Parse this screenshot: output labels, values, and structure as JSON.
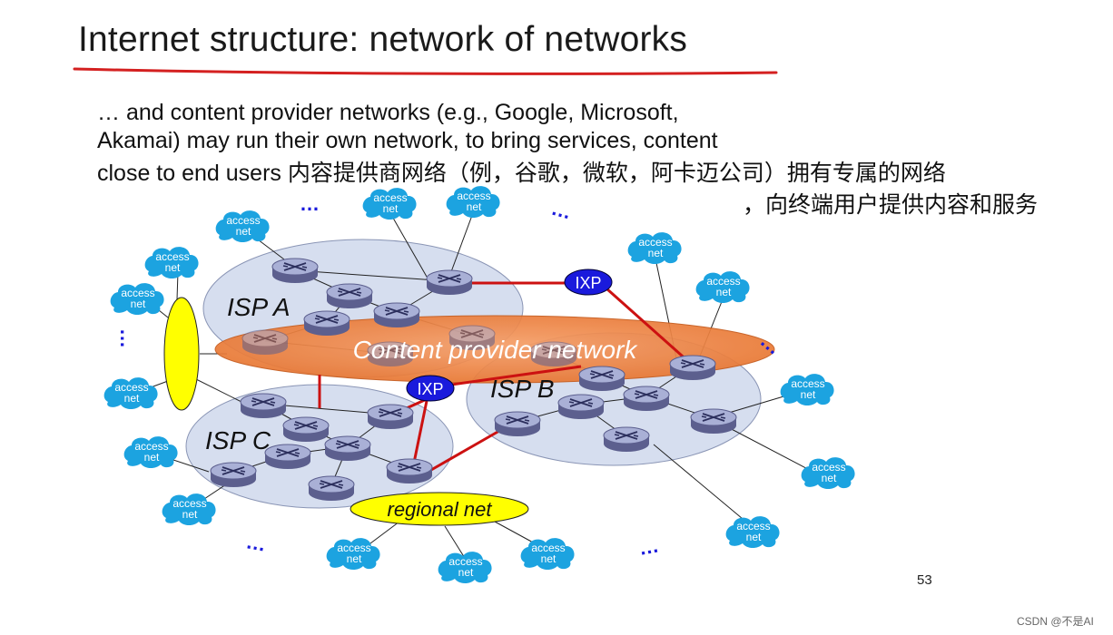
{
  "slide": {
    "title": "Internet structure: network of networks",
    "text_line1": "… and content provider networks  (e.g., Google, Microsoft,",
    "text_line2": "Akamai) may run their own network, to bring services, content",
    "text_line3": "close to end users",
    "cn_line1": "内容提供商网络（例，谷歌，微软，阿卡迈公司）拥有专属的网络",
    "cn_line2": "，向终端用户提供内容和服务",
    "page_number": "53",
    "watermark": "CSDN @不是AI"
  },
  "diagram": {
    "isp_a_label": "ISP A",
    "isp_b_label": "ISP B",
    "isp_c_label": "ISP C",
    "content_provider_label": "Content provider network",
    "ixp_label": "IXP",
    "regional_label": "regional net",
    "access_line1": "access",
    "access_line2": "net",
    "ellipsis": "…",
    "colors": {
      "isp_fill": "#d6deef",
      "content_fill": "#f08a4b",
      "ixp_fill": "#1a1adc",
      "regional_fill": "#ffff00",
      "peering_link": "#cc1111",
      "access_cloud": "#1ca3e0",
      "title_underline": "#d42020"
    }
  }
}
